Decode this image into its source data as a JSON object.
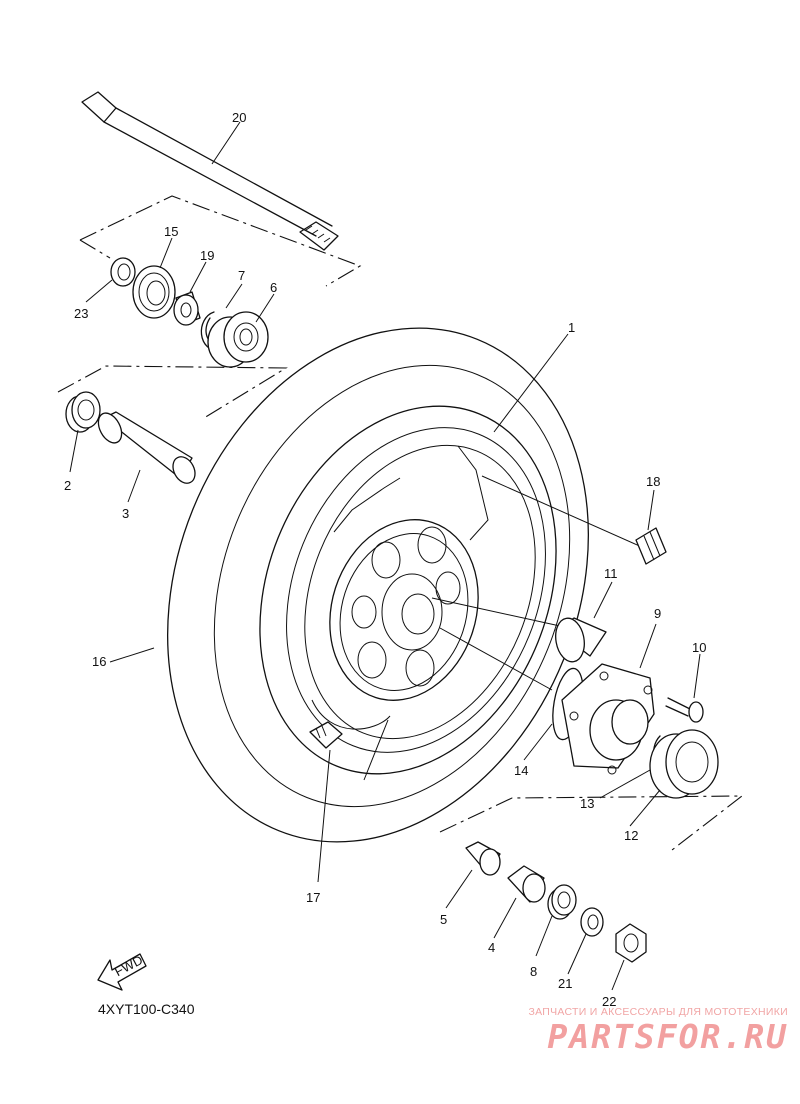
{
  "diagram": {
    "code": "4XYT100-C340",
    "callouts": [
      "1",
      "2",
      "3",
      "4",
      "5",
      "6",
      "7",
      "8",
      "9",
      "10",
      "11",
      "12",
      "13",
      "14",
      "15",
      "16",
      "17",
      "18",
      "19",
      "20",
      "21",
      "22",
      "23"
    ],
    "fwd_arrow_label": "FWD"
  },
  "watermark": {
    "caption": "ЗАПЧАСТИ И АКСЕССУАРЫ ДЛЯ МОТОТЕХНИКИ",
    "logo": "PARTSFOR.RU"
  },
  "colors": {
    "line": "#111111",
    "watermark": "#f2a0a0"
  }
}
